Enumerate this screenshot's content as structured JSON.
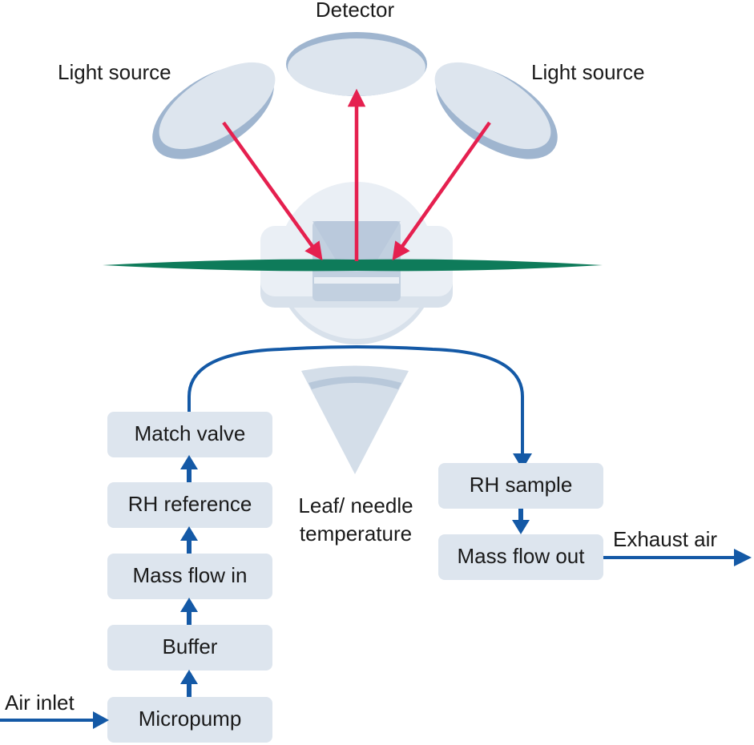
{
  "colors": {
    "box_fill": "#dde5ee",
    "disc_top": "#dde5ee",
    "disc_rim": "#9fb5cf",
    "chamber": "#eaeff5",
    "chamber_shadow": "#d8e1eb",
    "window": "#c2d0e0",
    "leaf": "#0e7b5a",
    "light_arrow": "#e5204f",
    "flow_arrow": "#1459a6",
    "sensor_cone": "#d4dee9",
    "sensor_band": "#b8c8da"
  },
  "optics": {
    "light_source_left": "Light source",
    "detector": "Detector",
    "light_source_right": "Light source"
  },
  "inlet_chain": {
    "air_inlet": "Air inlet",
    "micropump": "Micropump",
    "buffer": "Buffer",
    "mass_flow_in": "Mass flow in",
    "rh_reference": "RH reference",
    "match_valve": "Match valve"
  },
  "sensor": {
    "line1": "Leaf/ needle",
    "line2": "temperature"
  },
  "outlet_chain": {
    "rh_sample": "RH sample",
    "mass_flow_out": "Mass flow out",
    "exhaust_air": "Exhaust air"
  }
}
